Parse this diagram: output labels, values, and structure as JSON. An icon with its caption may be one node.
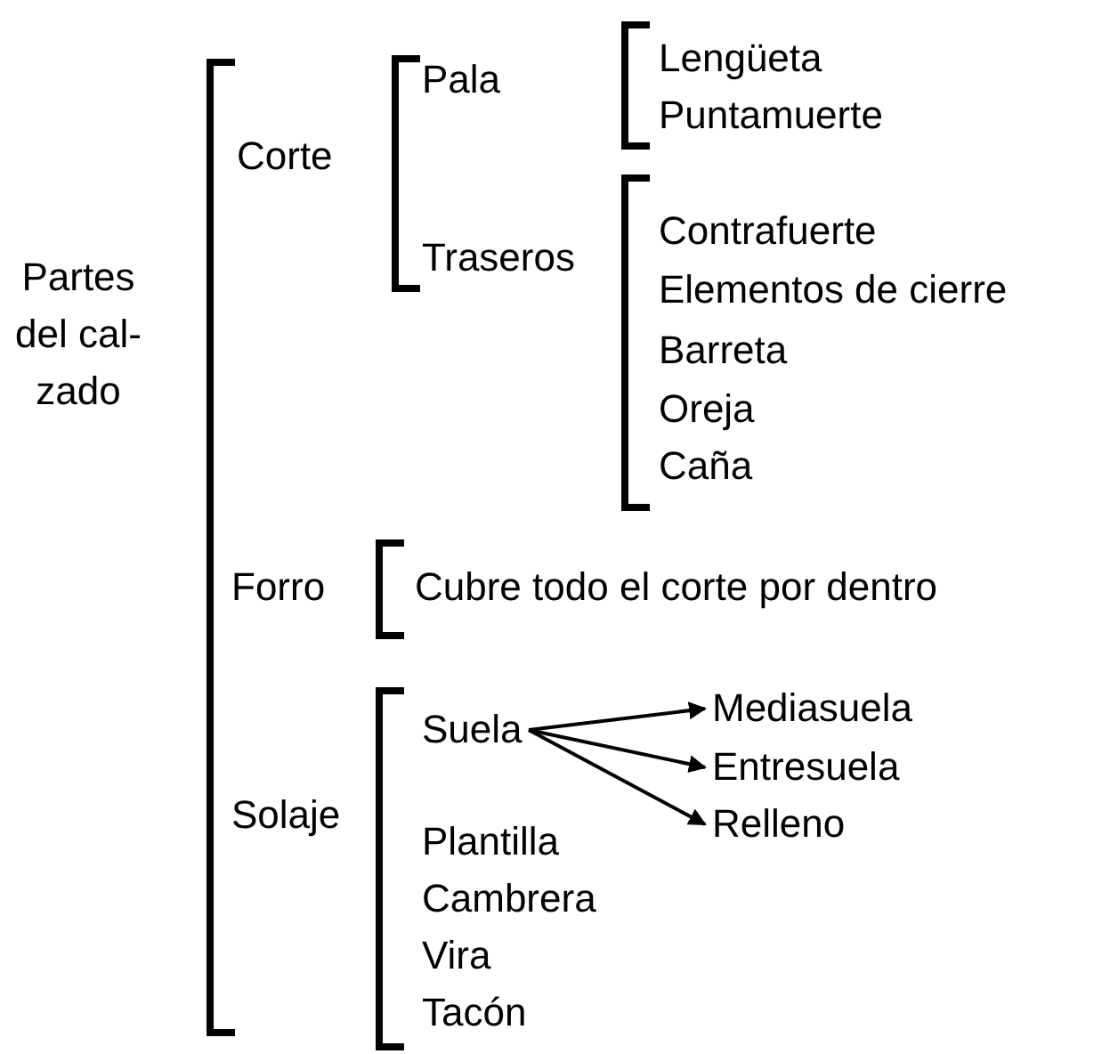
{
  "diagram": {
    "nodes": [
      {
        "text": [
          "Suela"
        ]
      },
      {
        "text": [
          "Mediasuela"
        ]
      },
      {
        "text": [
          "Entresuela"
        ]
      },
      {
        "text": [
          "Relleno"
        ]
      }
    ],
    "edges": [
      {
        "from": 0,
        "to": 1,
        "arrow": "to"
      },
      {
        "from": 0,
        "to": 2,
        "arrow": "to"
      },
      {
        "from": 0,
        "to": 3,
        "arrow": "to"
      }
    ],
    "labels": [
      "Partes del cal- zado",
      "Corte",
      "Pala",
      "Lengüeta",
      "Puntamuerte",
      "Traseros",
      "Contrafuerte",
      "Elementos de cierre",
      "Barreta",
      "Oreja",
      "Caña",
      "Forro",
      "Cubre todo el corte por dentro",
      "Solaje",
      "Plantilla",
      "Cambrera",
      "Vira",
      "Tacón"
    ]
  }
}
